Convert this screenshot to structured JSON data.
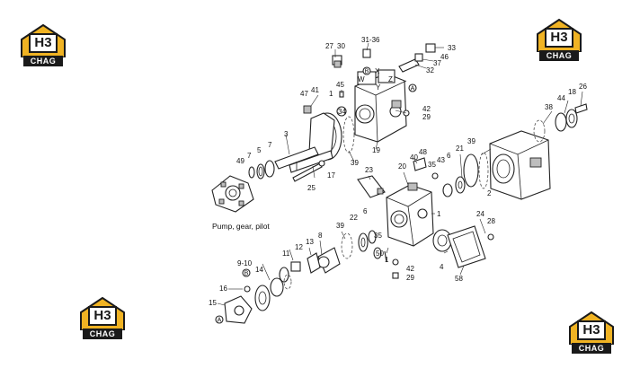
{
  "caption": "Pump, gear, pilot",
  "logo": {
    "mark": "H3",
    "plate": "CHAG",
    "color": "#f0b323"
  },
  "callouts": [
    "27",
    "30",
    "31-36",
    "33",
    "46",
    "37",
    "32",
    "B",
    "X",
    "W",
    "Y",
    "Z",
    "A",
    "45",
    "47",
    "41",
    "1",
    "34",
    "42",
    "29",
    "38",
    "44",
    "18",
    "26",
    "5",
    "7",
    "3",
    "49",
    "7",
    "39",
    "17",
    "19",
    "25",
    "48",
    "40",
    "43",
    "6",
    "21",
    "39",
    "23",
    "20",
    "35",
    "2",
    "Pump, gear, pilot",
    "1",
    "24",
    "28",
    "39",
    "22",
    "6",
    "8",
    "13",
    "12",
    "11",
    "35",
    "4",
    "9-10",
    "B",
    "14",
    "16",
    "15",
    "A",
    "50",
    "1",
    "42",
    "29",
    "58"
  ],
  "labels": {
    "c27": "27",
    "c30": "30",
    "c31": "31-36",
    "c33": "33",
    "c46": "46",
    "c37": "37",
    "c32": "32",
    "cB": "B",
    "cX": "X",
    "cW": "W",
    "cY": "Y",
    "cZ": "Z",
    "cA1": "A",
    "c45": "45",
    "c47": "47",
    "c41": "41",
    "c1a": "1",
    "c34": "34",
    "c42a": "42",
    "c29a": "29",
    "c38a": "38",
    "c44": "44",
    "c18": "18",
    "c26": "26",
    "c5": "5",
    "c7a": "7",
    "c3": "3",
    "c49": "49",
    "c7b": "7",
    "c39a": "39",
    "c17": "17",
    "c19": "19",
    "c25": "25",
    "c48": "48",
    "c40": "40",
    "c43": "43",
    "c6a": "6",
    "c21": "21",
    "c39b": "39",
    "c23": "23",
    "c20": "20",
    "c35a": "35",
    "c2": "2",
    "c1b": "1",
    "c24": "24",
    "c28": "28",
    "c39c": "39",
    "c22": "22",
    "c6b": "6",
    "c8": "8",
    "c13": "13",
    "c12": "12",
    "c11": "11",
    "c35b": "35",
    "c4": "4",
    "c910": "9-10",
    "cB2": "B",
    "c14": "14",
    "c16": "16",
    "c15": "15",
    "cA2": "A",
    "c50": "50",
    "c1c": "1",
    "c42b": "42",
    "c29b": "29",
    "c58": "58"
  }
}
